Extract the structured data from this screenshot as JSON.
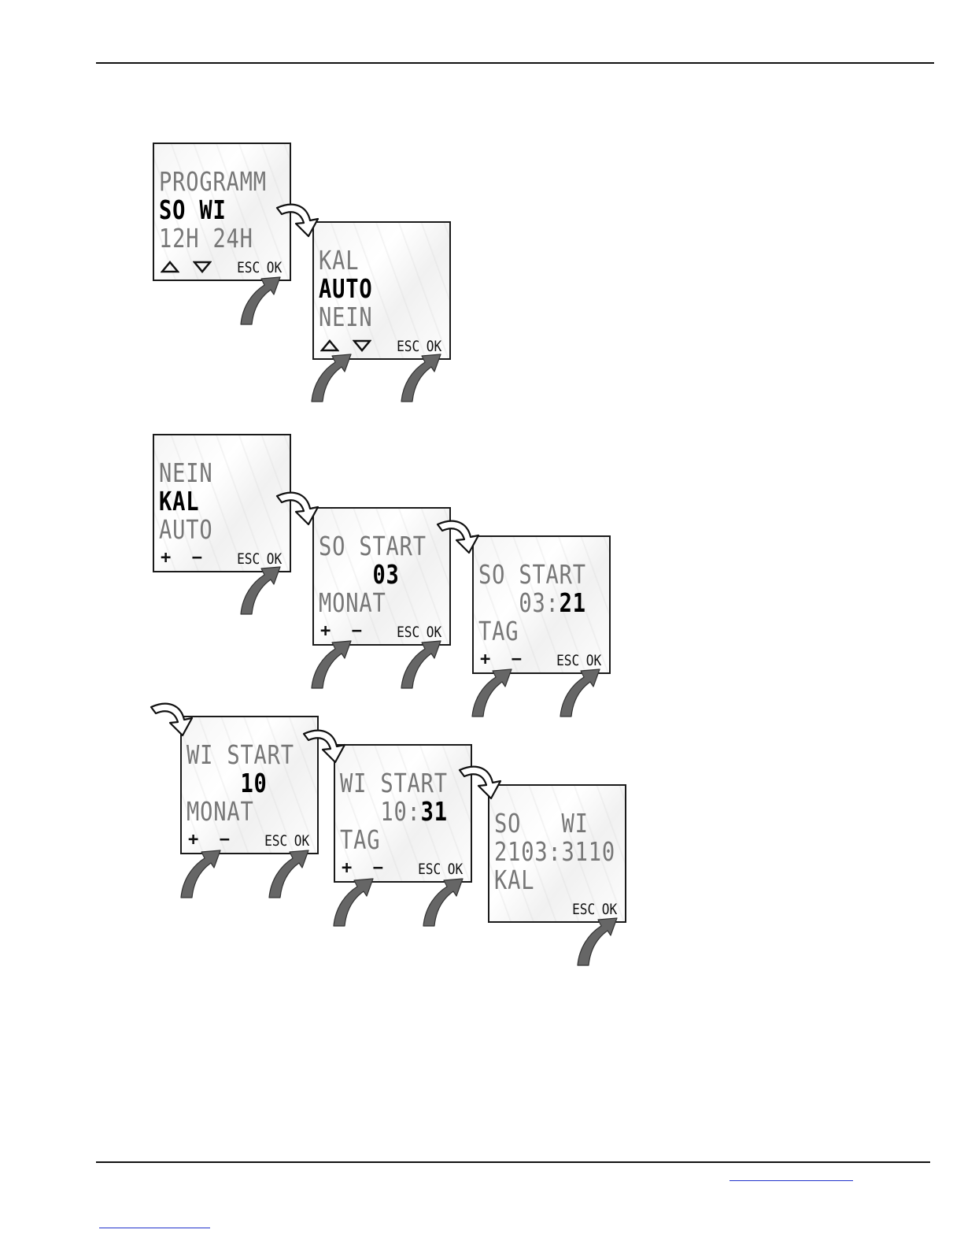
{
  "screens": [
    {
      "lines": [
        {
          "text": "PROGRAMM",
          "style": "dim"
        },
        {
          "text": "SO WI",
          "style": "bright"
        },
        {
          "text": "12H 24H",
          "style": "dim"
        }
      ],
      "keys": {
        "type": "arrows",
        "esc": "ESC",
        "ok": "OK"
      }
    },
    {
      "lines": [
        {
          "text": "KAL",
          "style": "dim"
        },
        {
          "text": "AUTO",
          "style": "bright"
        },
        {
          "text": "NEIN",
          "style": "dim"
        }
      ],
      "keys": {
        "type": "arrows",
        "esc": "ESC",
        "ok": "OK"
      }
    },
    {
      "lines": [
        {
          "text": "NEIN",
          "style": "dim"
        },
        {
          "text": "KAL",
          "style": "bright"
        },
        {
          "text": "AUTO",
          "style": "dim"
        }
      ],
      "keys": {
        "type": "plusminus",
        "plus": "+",
        "minus": "−",
        "esc": "ESC",
        "ok": "OK"
      }
    },
    {
      "lines": [
        {
          "text": "SO START",
          "style": "dim"
        },
        {
          "text": "    03",
          "style": "bright"
        },
        {
          "text": "MONAT",
          "style": "dim"
        }
      ],
      "keys": {
        "type": "plusminus",
        "plus": "+",
        "minus": "−",
        "esc": "ESC",
        "ok": "OK"
      }
    },
    {
      "lines": [
        {
          "text": "SO START",
          "style": "dim"
        },
        {
          "text": "   03:",
          "hi": "21",
          "style": "mixed"
        },
        {
          "text": "TAG",
          "style": "dim"
        }
      ],
      "keys": {
        "type": "plusminus",
        "plus": "+",
        "minus": "−",
        "esc": "ESC",
        "ok": "OK"
      }
    },
    {
      "lines": [
        {
          "text": "WI START",
          "style": "dim"
        },
        {
          "text": "    10",
          "style": "bright"
        },
        {
          "text": "MONAT",
          "style": "dim"
        }
      ],
      "keys": {
        "type": "plusminus",
        "plus": "+",
        "minus": "−",
        "esc": "ESC",
        "ok": "OK"
      }
    },
    {
      "lines": [
        {
          "text": "WI START",
          "style": "dim"
        },
        {
          "text": "   10:",
          "hi": "31",
          "style": "mixed"
        },
        {
          "text": "TAG",
          "style": "dim"
        }
      ],
      "keys": {
        "type": "plusminus",
        "plus": "+",
        "minus": "−",
        "esc": "ESC",
        "ok": "OK"
      }
    },
    {
      "lines": [
        {
          "text": "SO   WI",
          "style": "dim"
        },
        {
          "text": "2103:3110",
          "style": "dim"
        },
        {
          "text": "KAL",
          "style": "dim"
        }
      ],
      "keys": {
        "type": "none",
        "esc": "ESC",
        "ok": "OK"
      }
    }
  ]
}
